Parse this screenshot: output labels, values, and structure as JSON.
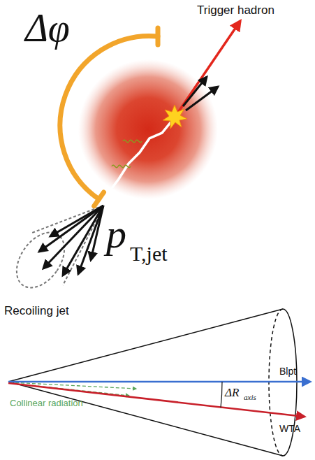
{
  "diagram": {
    "labels": [
      "Trigger hadron",
      "Δφ",
      "p",
      "T,jet",
      "Recoiling jet",
      "Collinear radiation",
      "ΔR",
      "axis",
      "Blpt",
      "WTA"
    ]
  }
}
